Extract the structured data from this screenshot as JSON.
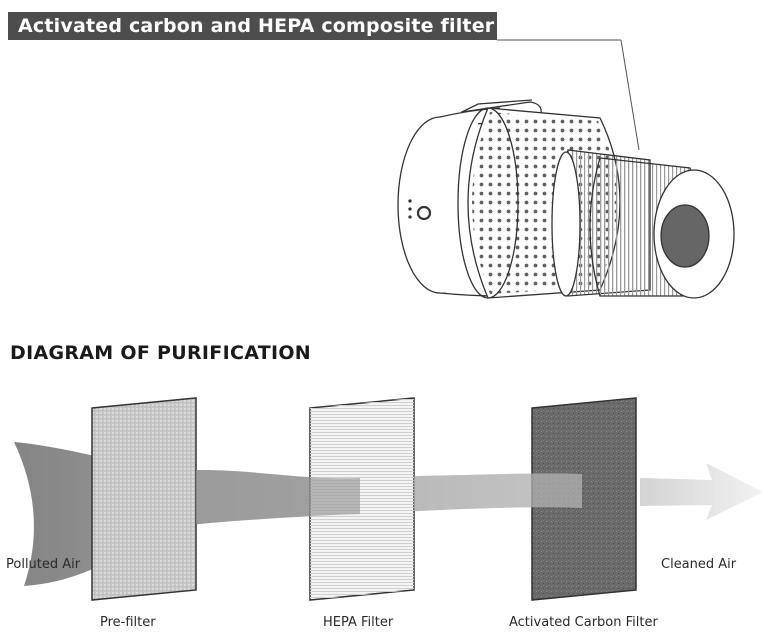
{
  "header": {
    "title": "Activated carbon and HEPA composite filter"
  },
  "diagram": {
    "heading": "DIAGRAM OF PURIFICATION",
    "input_label": "Polluted Air",
    "output_label": "Cleaned Air",
    "stages": [
      {
        "label": "Pre-filter"
      },
      {
        "label": "HEPA Filter"
      },
      {
        "label": "Activated Carbon Filter"
      }
    ]
  },
  "colors": {
    "banner": "#4d4d4f",
    "prefilter": "#c9c9c9",
    "hepa": "#f4f4f4",
    "carbon": "#6e6e6e",
    "airflow": "#8c8c8c"
  }
}
